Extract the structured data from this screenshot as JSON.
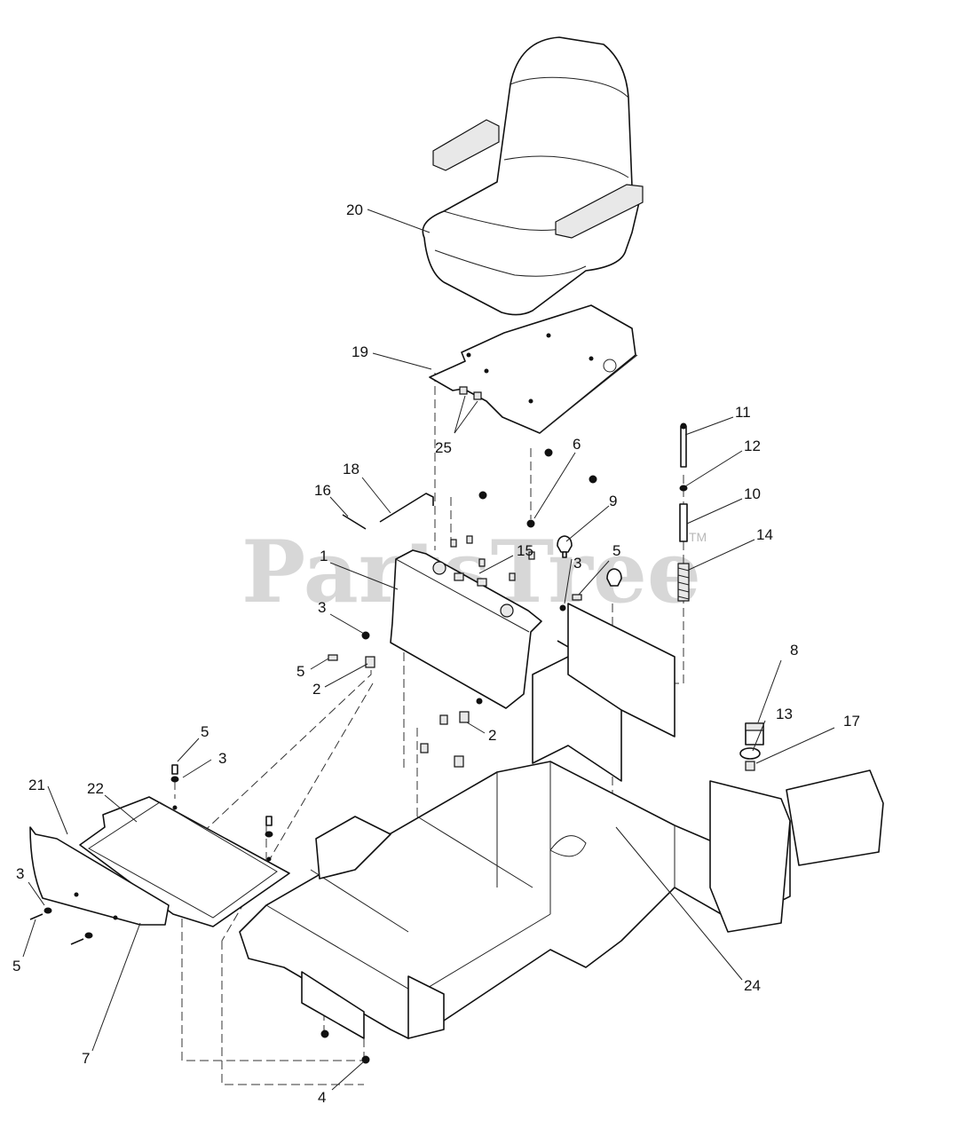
{
  "watermark": {
    "text": "PartsTree",
    "trademark": "TM"
  },
  "callouts": [
    {
      "id": "c20",
      "label": "20"
    },
    {
      "id": "c19",
      "label": "19"
    },
    {
      "id": "c25",
      "label": "25"
    },
    {
      "id": "c11",
      "label": "11"
    },
    {
      "id": "c12",
      "label": "12"
    },
    {
      "id": "c10",
      "label": "10"
    },
    {
      "id": "c14",
      "label": "14"
    },
    {
      "id": "c6",
      "label": "6"
    },
    {
      "id": "c9",
      "label": "9"
    },
    {
      "id": "c18",
      "label": "18"
    },
    {
      "id": "c16",
      "label": "16"
    },
    {
      "id": "c15",
      "label": "15"
    },
    {
      "id": "c1",
      "label": "1"
    },
    {
      "id": "c3a",
      "label": "3"
    },
    {
      "id": "c5a",
      "label": "5"
    },
    {
      "id": "c3b",
      "label": "3"
    },
    {
      "id": "c5b",
      "label": "5"
    },
    {
      "id": "c2a",
      "label": "2"
    },
    {
      "id": "c2b",
      "label": "2"
    },
    {
      "id": "c8",
      "label": "8"
    },
    {
      "id": "c13",
      "label": "13"
    },
    {
      "id": "c17",
      "label": "17"
    },
    {
      "id": "c5c",
      "label": "5"
    },
    {
      "id": "c3c",
      "label": "3"
    },
    {
      "id": "c21",
      "label": "21"
    },
    {
      "id": "c22",
      "label": "22"
    },
    {
      "id": "c3d",
      "label": "3"
    },
    {
      "id": "c5d",
      "label": "5"
    },
    {
      "id": "c7",
      "label": "7"
    },
    {
      "id": "c24",
      "label": "24"
    },
    {
      "id": "c4",
      "label": "4"
    }
  ]
}
